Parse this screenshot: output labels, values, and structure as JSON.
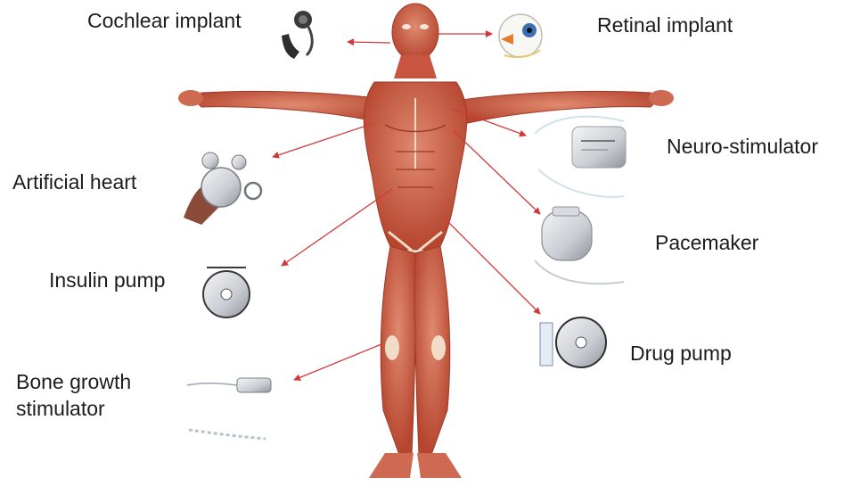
{
  "labels": {
    "cochlear_implant": "Cochlear implant",
    "retinal_implant": "Retinal implant",
    "neuro_stimulator": "Neuro-stimulator",
    "artificial_heart": "Artificial heart",
    "pacemaker": "Pacemaker",
    "insulin_pump": "Insulin pump",
    "drug_pump": "Drug pump",
    "bone_growth_stimulator_line1": "Bone growth",
    "bone_growth_stimulator_line2": "stimulator"
  },
  "colors": {
    "arrow": "#d23a3a",
    "muscle": "#c8553f",
    "muscle_light": "#e08a6f",
    "tendon": "#f1dcc8",
    "device_metal": "#c9ccd2"
  },
  "icons": {
    "figure": "human-muscle-anatomy-figure",
    "cochlear": "cochlear-implant-device-icon",
    "retinal": "retinal-implant-eye-icon",
    "neuro": "neuro-stimulator-device-icon",
    "heart": "artificial-heart-device-icon",
    "pacemaker": "pacemaker-device-icon",
    "insulin": "insulin-pump-device-icon",
    "drug": "drug-pump-device-icon",
    "bone": "bone-growth-stimulator-device-icon"
  }
}
